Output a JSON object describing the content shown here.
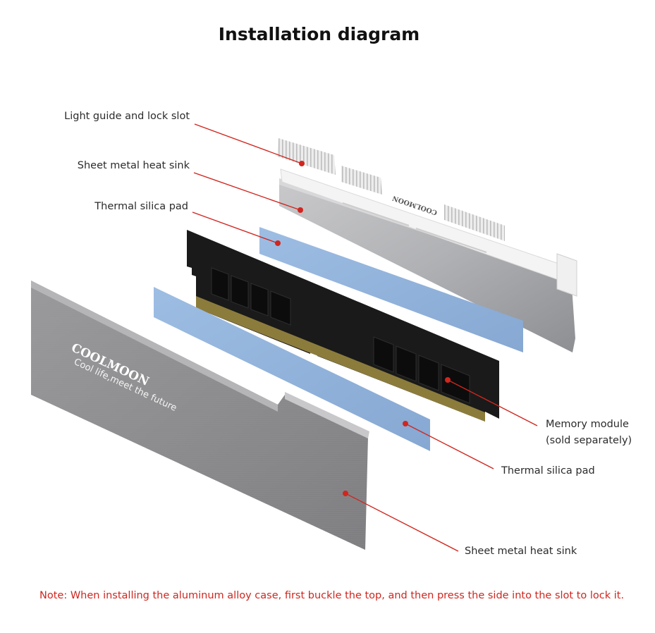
{
  "title": "Installation diagram",
  "labels": {
    "light_guide": "Light guide and lock slot",
    "sheet_metal_top": "Sheet metal heat sink",
    "thermal_pad_top": "Thermal silica pad",
    "memory_module_line1": "Memory module",
    "memory_module_line2": "(sold separately)",
    "thermal_pad_bottom": "Thermal silica pad",
    "sheet_metal_bottom": "Sheet metal heat sink"
  },
  "branding": {
    "front_brand": "COOLMOON",
    "front_tagline": "Cool life,meet the future",
    "back_brand": "COOLMOON"
  },
  "note": "Note: When installing the aluminum alloy case, first buckle the top, and then press the side into the slot to lock it.",
  "colors": {
    "leader_line": "#d0261f",
    "thermal_pad": "#8fb0d8",
    "front_heatsink": "#8a8a8c",
    "memory_pcb": "#1c1c1c",
    "light_guide": "#f2f2f2"
  }
}
